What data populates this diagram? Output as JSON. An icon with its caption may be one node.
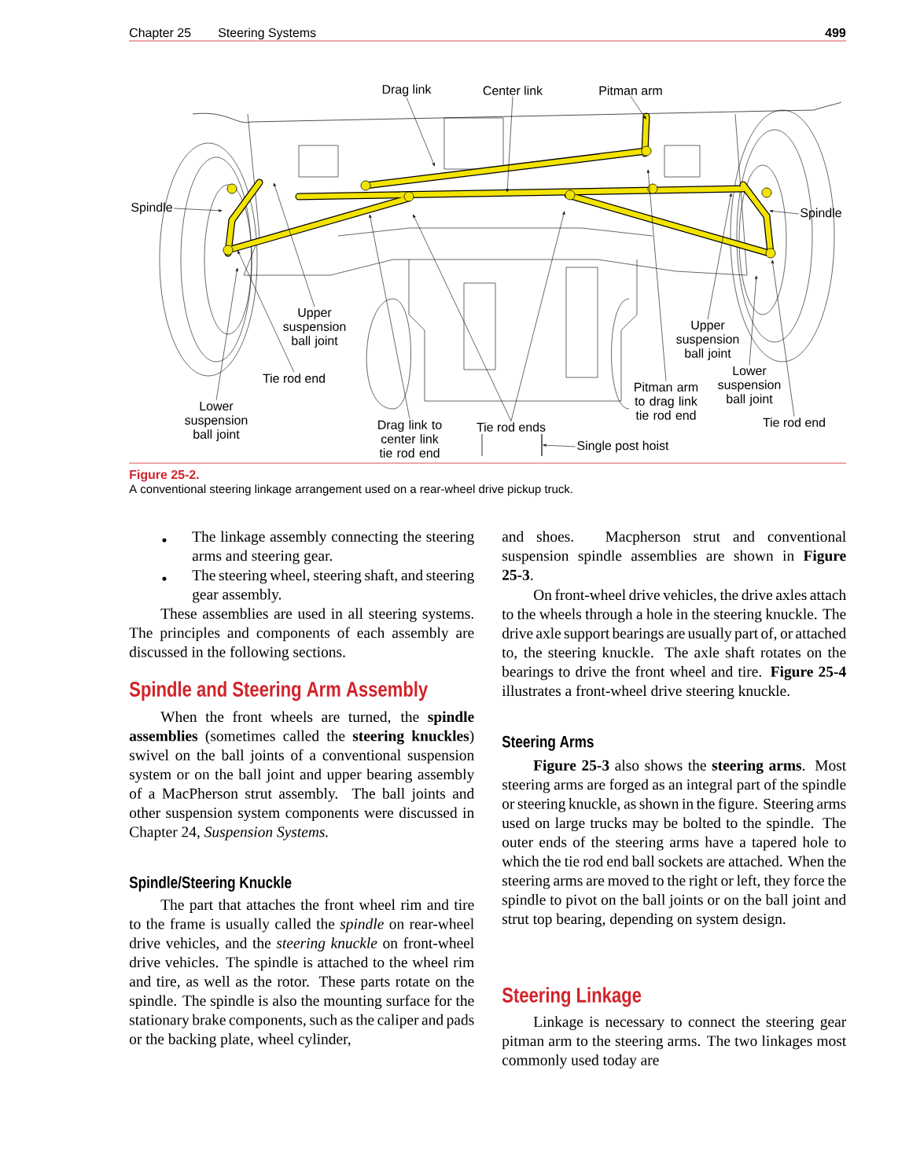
{
  "diagram": {
    "caption": "A conventional steering linkage arrangement used on a rear-wheel drive pickup truck.",
    "nodes": [
      {
        "text": [
          "Drag link"
        ]
      },
      {
        "text": [
          "Center link"
        ]
      },
      {
        "text": [
          "Pitman arm"
        ]
      },
      {
        "text": [
          "Spindle"
        ]
      },
      {
        "text": [
          "Spindle"
        ]
      },
      {
        "text": [
          "Upper suspension ball joint"
        ]
      },
      {
        "text": [
          "Tie rod end"
        ]
      },
      {
        "text": [
          "Lower suspension ball joint"
        ]
      },
      {
        "text": [
          "Drag link to center link tie rod end"
        ]
      },
      {
        "text": [
          "Tie rod ends"
        ]
      },
      {
        "text": [
          "Pitman arm to drag link tie rod end"
        ]
      },
      {
        "text": [
          "Upper suspension ball joint"
        ]
      },
      {
        "text": [
          "Lower suspension ball joint"
        ]
      },
      {
        "text": [
          "Tie rod end"
        ]
      },
      {
        "text": [
          "Single post hoist"
        ]
      },
      {
        "text": [],
        "shape": "bar"
      }
    ],
    "edges": [
      {
        "from": 0,
        "to": null,
        "arrow": "to"
      },
      {
        "from": 1,
        "to": null,
        "arrow": "to"
      },
      {
        "from": 2,
        "to": null,
        "arrow": "to"
      },
      {
        "from": 3,
        "to": null,
        "arrow": "to"
      },
      {
        "from": 4,
        "to": null,
        "arrow": "to"
      },
      {
        "from": 5,
        "to": null,
        "arrow": "to"
      },
      {
        "from": 6,
        "to": null,
        "arrow": "to"
      },
      {
        "from": 7,
        "to": null,
        "arrow": "to"
      },
      {
        "from": 8,
        "to": null,
        "arrow": "to"
      },
      {
        "from": 9,
        "to": null,
        "arrow": "to"
      },
      {
        "from": 9,
        "to": null,
        "arrow": "to"
      },
      {
        "from": 10,
        "to": null,
        "arrow": "to"
      },
      {
        "from": 11,
        "to": null,
        "arrow": "to"
      },
      {
        "from": 12,
        "to": null,
        "arrow": "to"
      },
      {
        "from": 13,
        "to": null,
        "arrow": "to"
      },
      {
        "from": 14,
        "to": 15,
        "arrow": "to"
      }
    ],
    "labels": [
      "Chapter 25",
      "Steering Systems",
      "499",
      "Figure 25-2.",
      "The linkage assembly connecting the steering arms and steering gear.",
      "The steering wheel, steering shaft, and steering gear assembly.",
      "These assemblies are used in all steering systems. The principles and components of each assembly are discussed in the following sections.",
      "Spindle and Steering Arm Assembly",
      "When the front wheels are turned, the **spindle assemblies** (sometimes called the **steering knuckles**) swivel on the ball joints of a conventional suspension system or on the ball joint and upper bearing assembly of a MacPherson strut assembly. The ball joints and other suspension system components were discussed in Chapter 24, *Suspension Systems.*",
      "Spindle/Steering Knuckle",
      "The part that attaches the front wheel rim and tire to the frame is usually called the *spindle* on rear-wheel drive vehicles, and the *steering knuckle* on front-wheel drive vehicles. The spindle is attached to the wheel rim and tire, as well as the rotor. These parts rotate on the spindle. The spindle is also the mounting surface for the stationary brake components, such as the caliper and pads or the backing plate, wheel cylinder,",
      "and shoes. Macpherson strut and conventional suspension spindle assemblies are shown in **Figure 25-3**.",
      "On front-wheel drive vehicles, the drive axles attach to the wheels through a hole in the steering knuckle. The drive axle support bearings are usually part of, or attached to, the steering knuckle. The axle shaft rotates on the bearings to drive the front wheel and tire. **Figure 25-4** illustrates a front-wheel drive steering knuckle.",
      "Steering Arms",
      "**Figure 25-3** also shows the **steering arms**. Most steering arms are forged as an integral part of the spindle or steering knuckle, as shown in the figure. Steering arms used on large trucks may be bolted to the spindle. The outer ends of the steering arms have a tapered hole to which the tie rod end ball sockets are attached. When the steering arms are moved to the right or left, they force the spindle to pivot on the ball joints or on the ball joint and strut top bearing, depending on system design.",
      "Steering Linkage",
      "Linkage is necessary to connect the steering gear pitman arm to the steering arms. The two linkages most commonly used today are"
    ]
  }
}
